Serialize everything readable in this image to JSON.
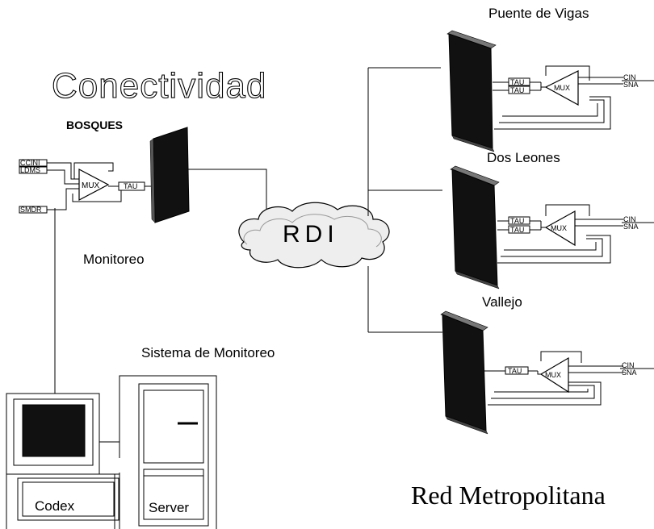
{
  "title": "Conectividad",
  "central_node": {
    "label": "RDI"
  },
  "left_site": {
    "name": "BOSQUES",
    "inputs": [
      "CCINI",
      "LDMS",
      "SMDR"
    ],
    "mux_label": "MUX",
    "tau_label": "TAU",
    "monitor_label": "Monitoreo",
    "system_label": "Sistema de Monitoreo",
    "codex_label": "Codex",
    "server_label": "Server"
  },
  "remote_sites": [
    {
      "name": "Puente de Vigas",
      "tau_labels": [
        "TAU",
        "TAU"
      ],
      "mux_label": "MUX",
      "outputs": [
        "CIN",
        "SNA"
      ]
    },
    {
      "name": "Dos Leones",
      "tau_labels": [
        "TAU",
        "TAU"
      ],
      "mux_label": "MUX",
      "outputs": [
        "CIN",
        "SNA"
      ]
    },
    {
      "name": "Vallejo",
      "tau_labels": [
        "TAU"
      ],
      "mux_label": "MUX",
      "outputs": [
        "CIN",
        "SNA"
      ]
    }
  ],
  "footer_label": "Red Metropolitana"
}
